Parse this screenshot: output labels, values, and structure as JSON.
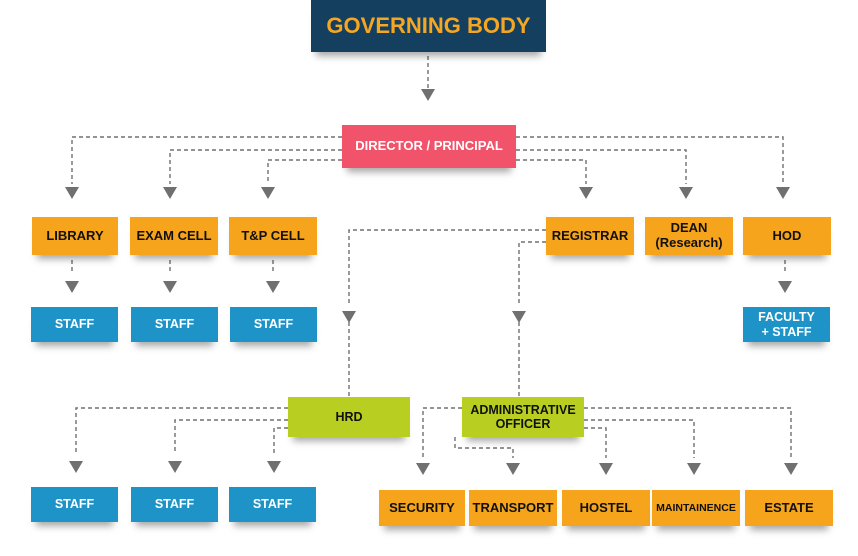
{
  "colors": {
    "navy": "#143f5e",
    "title_text": "#f5a623",
    "red": "#f1536a",
    "orange": "#f5a41c",
    "blue": "#1e93c8",
    "green": "#b8cf22",
    "connector": "#707070"
  },
  "nodes": {
    "governing_body": "GOVERNING BODY",
    "director": "DIRECTOR / PRINCIPAL",
    "library": "LIBRARY",
    "exam_cell": "EXAM CELL",
    "tp_cell": "T&P CELL",
    "registrar": "REGISTRAR",
    "dean": "DEAN\n(Research)",
    "hod": "HOD",
    "staff_library": "STAFF",
    "staff_exam": "STAFF",
    "staff_tp": "STAFF",
    "faculty_staff": "FACULTY\n+ STAFF",
    "hrd": "HRD",
    "admin_officer": "ADMINISTRATIVE\nOFFICER",
    "staff_hrd_1": "STAFF",
    "staff_hrd_2": "STAFF",
    "staff_hrd_3": "STAFF",
    "security": "SECURITY",
    "transport": "TRANSPORT",
    "hostel": "HOSTEL",
    "maintainence": "MAINTAINENCE",
    "estate": "ESTATE"
  }
}
